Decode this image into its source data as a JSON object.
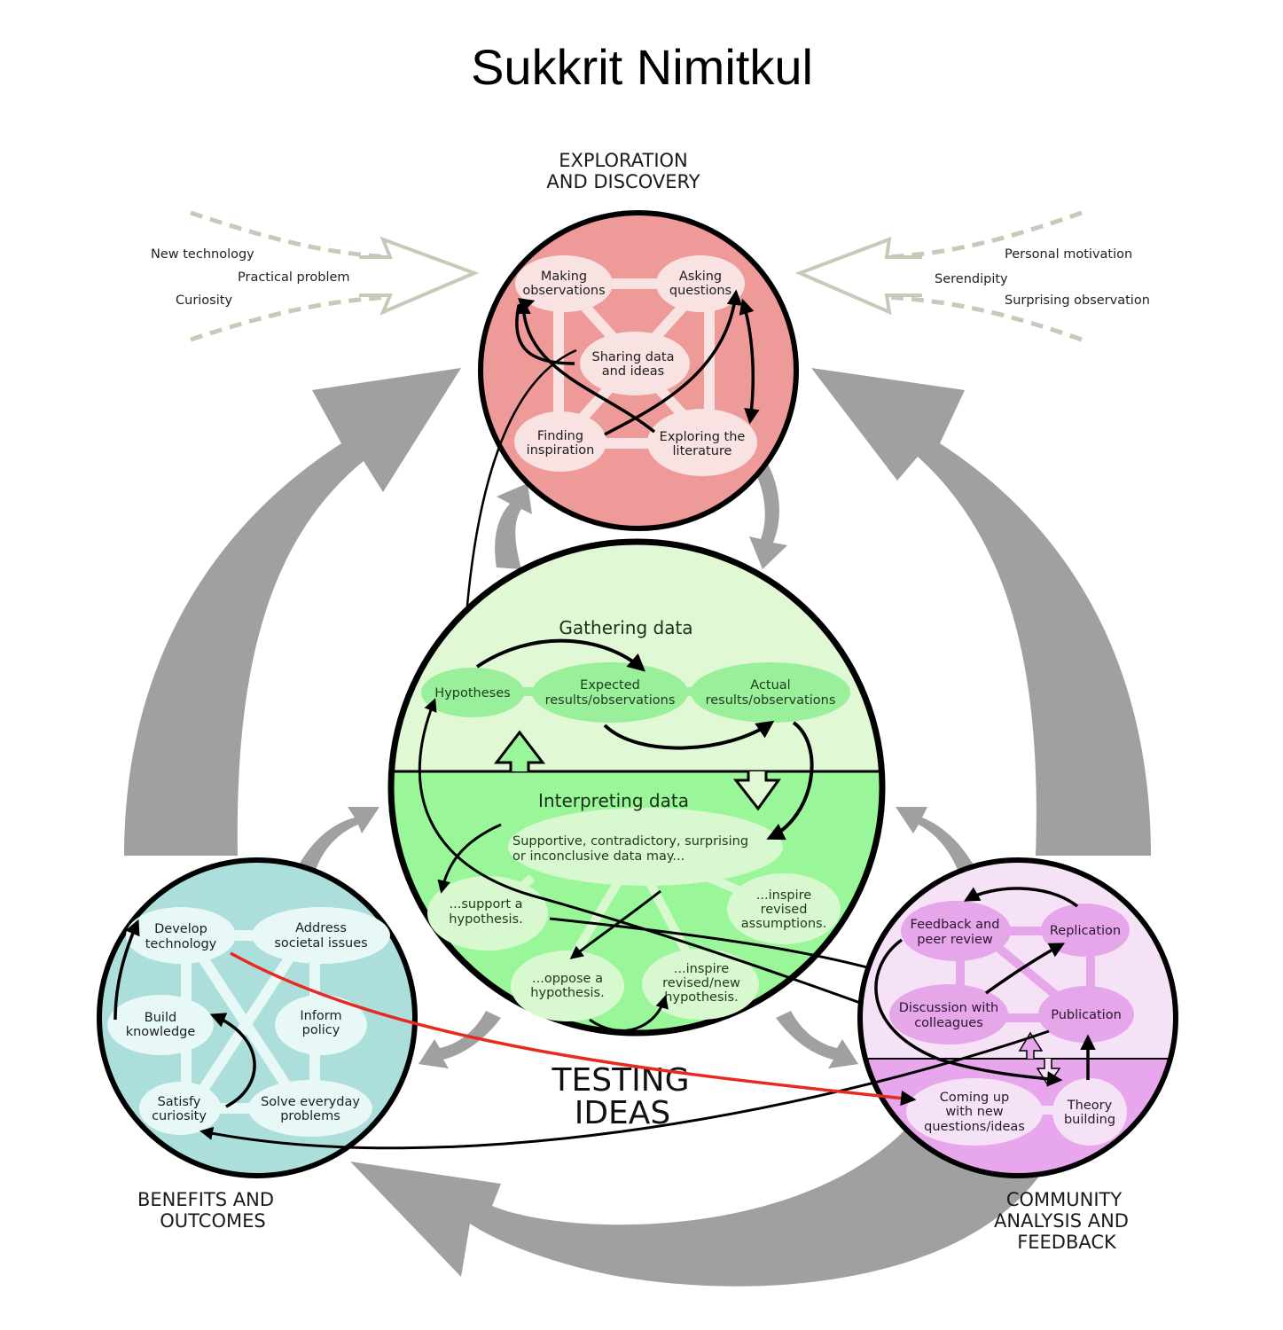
{
  "title": "Sukkrit Nimitkul",
  "colors": {
    "exploration_fill": "#ee9a98",
    "exploration_node": "#f8e2e2",
    "testing_top": "#e0f9d4",
    "testing_bottom": "#99f799",
    "testing_node_top": "#9af09a",
    "testing_node_bottom": "#d8f8cf",
    "benefits_fill": "#acdedb",
    "benefits_node": "#e8f8f6",
    "community_top": "#f6e2f6",
    "community_bottom": "#e8a6ec",
    "community_node_top": "#e6a6ea",
    "community_node_bottom": "#f6e2f6",
    "big_arrow": "#a0a0a0",
    "input_arrow": "#cac8b8",
    "cross_link": "#e8291f"
  },
  "sections": {
    "exploration": {
      "label_line1": "EXPLORATION",
      "label_line2": "AND DISCOVERY"
    },
    "testing": {
      "label_line1": "TESTING",
      "label_line2": "IDEAS"
    },
    "benefits": {
      "label_line1": "BENEFITS AND",
      "label_line2": "OUTCOMES"
    },
    "community": {
      "label_line1": "COMMUNITY",
      "label_line2": "ANALYSIS AND",
      "label_line3": "FEEDBACK"
    }
  },
  "inputs_left": [
    "New technology",
    "Practical problem",
    "Curiosity"
  ],
  "inputs_right": [
    "Personal motivation",
    "Serendipity",
    "Surprising observation"
  ],
  "exploration_nodes": {
    "making": [
      "Making",
      "observations"
    ],
    "asking": [
      "Asking",
      "questions"
    ],
    "sharing": [
      "Sharing data",
      "and ideas"
    ],
    "finding": [
      "Finding",
      "inspiration"
    ],
    "exploring": [
      "Exploring the",
      "literature"
    ]
  },
  "testing_nodes": {
    "gathering_heading": "Gathering data",
    "interpreting_heading": "Interpreting data",
    "hypotheses": "Hypotheses",
    "expected": [
      "Expected",
      "results/observations"
    ],
    "actual": [
      "Actual",
      "results/observations"
    ],
    "data_may": [
      "Supportive, contradictory, surprising",
      "or inconclusive data may..."
    ],
    "support": [
      "...support a",
      "hypothesis."
    ],
    "oppose": [
      "...oppose a",
      "hypothesis."
    ],
    "revised_new": [
      "...inspire",
      "revised/new",
      "hypothesis."
    ],
    "revised_assumptions": [
      "...inspire",
      "revised",
      "assumptions."
    ]
  },
  "benefits_nodes": {
    "develop": [
      "Develop",
      "technology"
    ],
    "address": [
      "Address",
      "societal issues"
    ],
    "build": [
      "Build",
      "knowledge"
    ],
    "inform": [
      "Inform",
      "policy"
    ],
    "satisfy": [
      "Satisfy",
      "curiosity"
    ],
    "solve": [
      "Solve everyday",
      "problems"
    ]
  },
  "community_nodes": {
    "feedback": [
      "Feedback and",
      "peer review"
    ],
    "replication": [
      "Replication"
    ],
    "discussion": [
      "Discussion with",
      "colleagues"
    ],
    "publication": [
      "Publication"
    ],
    "coming_up": [
      "Coming up",
      "with new",
      "questions/ideas"
    ],
    "theory": [
      "Theory",
      "building"
    ]
  }
}
